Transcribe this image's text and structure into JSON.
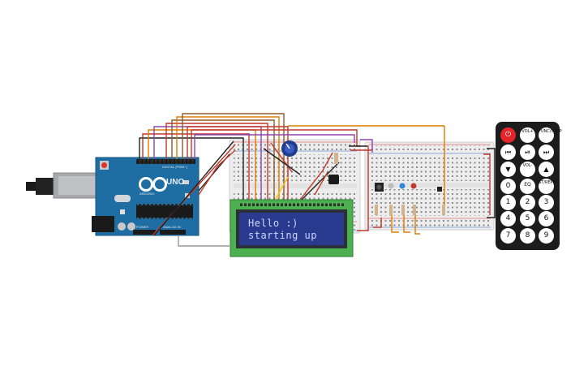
{
  "lcd": {
    "line1": "Hello :)",
    "line2": "starting up"
  },
  "arduino": {
    "model_text": "UNO",
    "brand_text": "ARDUINO",
    "header_digital": "DIGITAL (PWM~)",
    "header_analog": "ANALOG IN",
    "header_power": "POWER"
  },
  "remote": {
    "rows": [
      [
        "power",
        "VOL+",
        "FUNC/STOP"
      ],
      [
        "⏮",
        "⏯",
        "⏭"
      ],
      [
        "▼",
        "VOL-",
        "▲"
      ],
      [
        "0",
        "EQ",
        "ST/REPT"
      ],
      [
        "1",
        "2",
        "3"
      ],
      [
        "4",
        "5",
        "6"
      ],
      [
        "7",
        "8",
        "9"
      ]
    ]
  },
  "colors": {
    "arduino_board": "#1f6ea3",
    "breadboard": "#f1f1f1",
    "lcd_screen": "#2a3b8f",
    "lcd_pcb": "#4caf50",
    "remote_body": "#1c1c1c",
    "power_button": "#e4262b"
  }
}
